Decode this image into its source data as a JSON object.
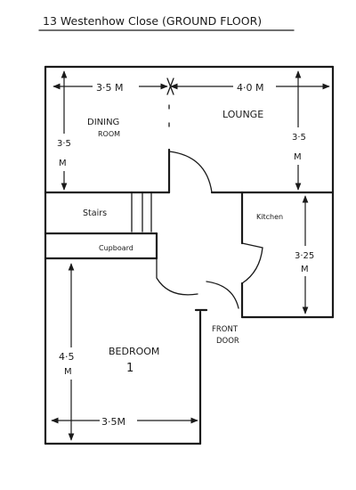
{
  "title": "13 Westenhow Close (GROUND FLOOR)",
  "rooms": {
    "dining": {
      "line1": "DINING",
      "line2": "ROOM"
    },
    "lounge": "LOUNGE",
    "stairs": "Stairs",
    "cupboard": "Cupboard",
    "kitchen": "Kitchen",
    "bedroom": {
      "line1": "BEDROOM",
      "line2": "1"
    },
    "front_door": {
      "line1": "FRONT",
      "line2": "DOOR"
    }
  },
  "dimensions": {
    "dining_width": "3·5 M",
    "lounge_width": "4·0 M",
    "dining_depth": {
      "value": "3·5",
      "unit": "M"
    },
    "lounge_depth": {
      "value": "3·5",
      "unit": "M"
    },
    "kitchen_depth": {
      "value": "3·25",
      "unit": "M"
    },
    "bedroom_depth": {
      "value": "4·5",
      "unit": "M"
    },
    "bedroom_width": "3·5M"
  }
}
